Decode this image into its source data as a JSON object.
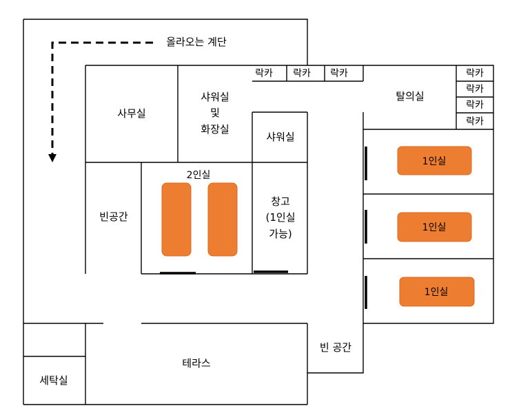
{
  "stairs_label": "올라오는 계단",
  "rooms": {
    "office": "사무실",
    "shower_room": [
      "샤워실",
      "및",
      "화장실"
    ],
    "shower": "샤워실",
    "dressing": "탈의실",
    "double_room": "2인실",
    "empty_left": "빈공간",
    "storage": [
      "창고",
      "(1인실",
      "가능)"
    ],
    "single_1": "1인실",
    "single_2": "1인실",
    "single_3": "1인실",
    "empty_right": "빈 공간",
    "terrace": "테라스",
    "laundry": "세탁실"
  },
  "lockers_top": [
    "락카",
    "락카",
    "락카"
  ],
  "lockers_right": [
    "락카",
    "락카",
    "락카",
    "락카"
  ],
  "colors": {
    "bed": "#ED7D31",
    "wall": "#000000"
  }
}
